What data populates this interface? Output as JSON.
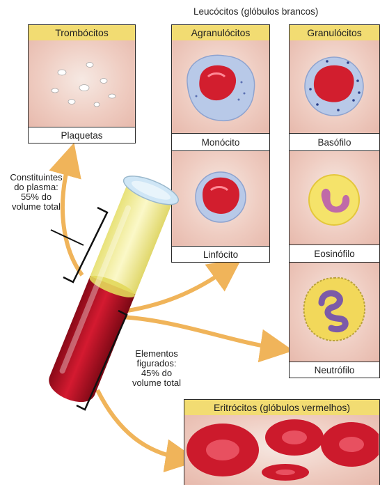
{
  "header": {
    "leucocitos": "Leucócitos (glóbulos brancos)"
  },
  "panels": {
    "trombocitos": {
      "title": "Trombócitos",
      "caption": "Plaquetas"
    },
    "agranulocitos": {
      "title": "Agranulócitos",
      "monocito": "Monócito",
      "linfocito": "Linfócito"
    },
    "granulocitos": {
      "title": "Granulócitos",
      "basofilo": "Basófilo",
      "eosinofilo": "Eosinófilo",
      "neutrofilo": "Neutrófilo"
    },
    "eritrocitos": {
      "title": "Eritrócitos (glóbulos vermelhos)"
    }
  },
  "labels": {
    "plasma": [
      "Constituintes",
      "do plasma:",
      "55% do",
      "volume total"
    ],
    "elementos": [
      "Elementos",
      "figurados:",
      "45% do",
      "volume total"
    ]
  },
  "colors": {
    "header_fill": "#f2dc72",
    "arrow": "#f0b45a",
    "blood": "#c8142a",
    "plasma": "#f3ef9c"
  }
}
